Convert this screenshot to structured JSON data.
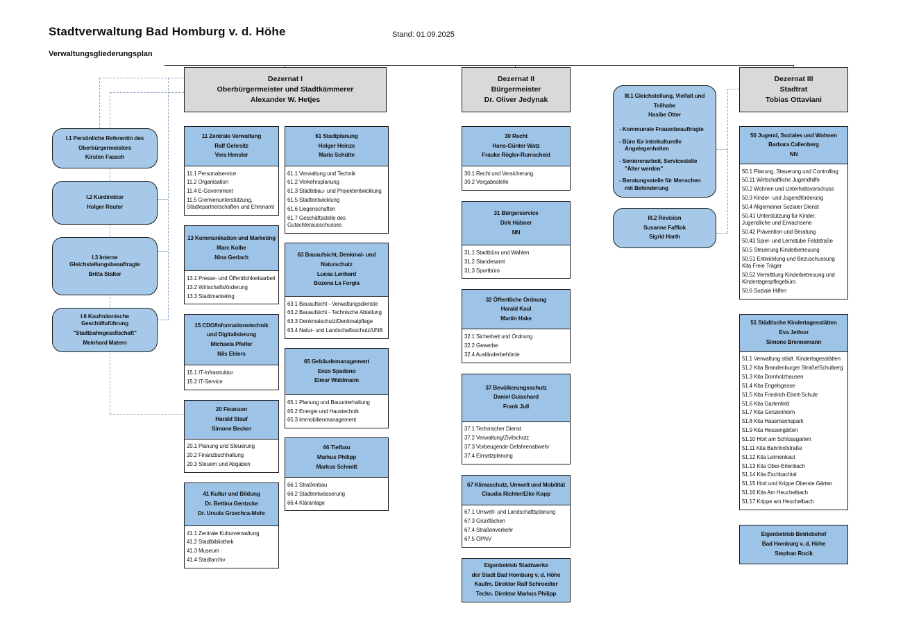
{
  "page": {
    "title": "Stadtverwaltung Bad Homburg v. d. Höhe",
    "stand": "Stand: 01.09.2025",
    "subtitle": "Verwaltungsgliederungsplan"
  },
  "colors": {
    "box_blue": "#9dc3e6",
    "box_blue_rounded": "#a6c9e9",
    "header_gray": "#d9d9d9",
    "border_black": "#1a1a1a",
    "connector_dashed_blue": "#8ca6c6"
  },
  "headers": {
    "d1": {
      "lines": [
        "Dezernat I",
        "Oberbürgermeister und Stadtkämmerer",
        "Alexander W. Hetjes"
      ]
    },
    "d2": {
      "lines": [
        "Dezernat II",
        "Bürgermeister",
        "Dr. Oliver Jedynak"
      ]
    },
    "d3": {
      "lines": [
        "Dezernat III",
        "Stadtrat",
        "Tobias Ottaviani"
      ]
    }
  },
  "left_boxes": {
    "i1": {
      "lines": [
        "I.1 Persönliche Referentin des",
        "Oberbürgermeisters",
        "Kirsten Faasch"
      ]
    },
    "i2": {
      "lines": [
        "I.2 Kurdirektor",
        "Holger Reuter"
      ]
    },
    "i3": {
      "lines": [
        "I.3 Interne Gleichstellungsbeauftragte",
        "Britta Stalter"
      ]
    },
    "i6": {
      "lines": [
        "I.6 Kaufmännische Geschäftsführung",
        "\"Stadtbahngesellschaft\"",
        "Meinhard Matern"
      ]
    }
  },
  "d1_col_a": {
    "b11": {
      "lines": [
        "11 Zentrale Verwaltung",
        "Ralf Gehrsitz",
        "Vera Hensler"
      ],
      "items": [
        "11.1 Personalservice",
        "11.2 Organisation",
        "11.4 E-Government",
        "11.5 Gremienunterstützung, Städtepartnerschaften und Ehrenamt"
      ]
    },
    "b13": {
      "lines": [
        "13  Kommunikation und Marketing",
        "Marc Kolbe",
        "Nina Gerlach"
      ],
      "items": [
        "13.1 Presse- und Öffentlichkeitsarbeit",
        "13.2 Wirtschaftsförderung",
        "13.3 Stadtmarketing"
      ]
    },
    "b15": {
      "lines": [
        "15 CDO/Informationstechnik",
        "und Digitalisierung",
        "Michaela Pfeifer",
        "Nils Ehlers"
      ],
      "items": [
        "15.1 IT-Infrastruktur",
        "15.2 IT-Service"
      ]
    },
    "b20": {
      "lines": [
        "20 Finanzen",
        "Harald Stauf",
        "Simone Becker"
      ],
      "items": [
        "20.1 Planung und Steuerung",
        "20.2 Finanzbuchhaltung",
        "20.3 Steuern und Abgaben"
      ]
    },
    "b41": {
      "lines": [
        "41 Kultur und Bildung",
        "Dr. Bettina Gentzcke",
        "Dr. Ursula Grzechca-Mohr"
      ],
      "items": [
        "41.1 Zentrale Kulturverwaltung",
        "41.2 Stadtbibliothek",
        "41.3 Museum",
        "41.4 Stadtarchiv"
      ]
    }
  },
  "d1_col_b": {
    "b61": {
      "lines": [
        "61 Stadtplanung",
        "Holger Heinze",
        "Maria Schütte"
      ],
      "items": [
        "61.1 Verwaltung und Technik",
        "61.2 Verkehrsplanung",
        "61.3 Städtebau- und Projektentwicklung",
        "61.5 Stadtentwicklung",
        "61.6 Liegenschaften",
        "61.7 Geschäftsstelle des Gutachterausschusses"
      ]
    },
    "b63": {
      "lines": [
        "63 Bauaufsicht, Denkmal- und",
        "Naturschutz",
        "Lucas Lenhard",
        "Bozena La Forgia"
      ],
      "items": [
        "63.1 Bauaufsicht - Verwaltungsdienste",
        "63.2 Bauaufsicht - Technische Abteilung",
        "63.3 Denkmalschutz/Denkmalpflege",
        "63.4 Natur- und Landschaftsschutz/UNB"
      ]
    },
    "b65": {
      "lines": [
        "65 Gebäudemanagement",
        "Enzo Spadano",
        "Elmar Waldmann"
      ],
      "items": [
        "65.1 Planung und Bauunterhaltung",
        "65.2 Energie und Haustechnik",
        "65.3 Immobilienmanagement"
      ]
    },
    "b66": {
      "lines": [
        "66 Tiefbau",
        "Markus Philipp",
        "Markus Schmitt"
      ],
      "items": [
        "66.1 Straßenbau",
        "66.2 Stadtentwässerung",
        "66.4 Kläranlage"
      ]
    }
  },
  "d2": {
    "b30": {
      "lines": [
        "30 Recht",
        "Hans-Günter Watz",
        "Frauke Rögler-Rumscheid"
      ],
      "items": [
        "30.1 Recht und Versicherung",
        "30.2 Vergabestelle"
      ]
    },
    "b31": {
      "lines": [
        "31 Bürgerservice",
        "Dirk Hübner",
        "NN"
      ],
      "items": [
        "31.1 Stadtbüro und Wahlen",
        "31.2 Standesamt",
        "31.3 Sportbüro"
      ]
    },
    "b32": {
      "lines": [
        "32 Öffentliche Ordnung",
        "Harald Kaul",
        "Martin Hake"
      ],
      "items": [
        "32.1 Sicherheit und Ordnung",
        "32.2 Gewerbe",
        "32.4 Ausländerbehörde"
      ]
    },
    "b37": {
      "lines": [
        "37 Bevölkerungsschutz",
        "Daniel Guischard",
        "Frank Jull"
      ],
      "items": [
        "37.1 Technischer Dienst",
        "37.2 Verwaltung/Zivilschutz",
        "37.3 Vorbeugende Gefahrenabwehr",
        "37.4 Einsatzplanung"
      ]
    },
    "b67": {
      "lines": [
        "67 Klimaschutz, Umwelt und Mobilität",
        "Claudia Richter/Elke Kopp"
      ],
      "items": [
        "67.1 Umwelt- und Landschaftsplanung",
        "67.3 Grünflächen",
        "67.4 Straßenverkehr",
        "67.5 ÖPNV"
      ]
    },
    "stadtwerke": {
      "lines": [
        "Eigenbetrieb Stadtwerke",
        "der Stadt Bad Homburg v. d. Höhe",
        "Kaufm. Direktor Ralf Schroedter",
        "Techn. Direktor Markus Philipp"
      ]
    }
  },
  "d3_side": {
    "iii1": {
      "lines": [
        "III.1 Gleichstellung, Vielfalt und",
        "Teilhabe",
        "Hasibe Otter"
      ],
      "bullets": [
        "- Kommunale Frauenbeauftragte",
        "- Büro für interkulturelle Angelegenheiten",
        "- Seniorenarbeit, Servicestelle \"Älter werden\"",
        "- Beratungsstelle für Menschen mit Behinderung"
      ]
    },
    "iii2": {
      "lines": [
        "III.2 Revision",
        "Susanne Fafflok",
        "Sigrid Harth"
      ]
    }
  },
  "d3": {
    "b50": {
      "lines": [
        "50 Jugend, Soziales und Wohnen",
        "Barbara Callenberg",
        "NN"
      ],
      "items": [
        "50.1 Planung, Steuerung und Controlling",
        "50.11 Wirtschaftliche Jugendhilfe",
        "50.2 Wohnen und Unterhaltsvorschuss",
        "50.3 Kinder- und Jugendförderung",
        "50.4 Allgemeiner Sozialer Dienst",
        "50.41 Unterstützung für Kinder, Jugendliche und Erwachsene",
        "50.42 Prävention und Beratung",
        "50.43 Spiel- und Lernstube Feldstraße",
        "50.5 Steuerung Kinderbetreuung",
        "50.51 Entwicklung und Bezuschussung Kita Freie Träger",
        "50.52 Vermittlung Kinderbetreuung und Kindertagespflegebüro",
        "50.6 Soziale Hilfen"
      ]
    },
    "b51": {
      "lines": [
        "51 Städtische Kindertagesstätten",
        "Eva Jethon",
        "Simone Brennemann"
      ],
      "items": [
        "51.1 Verwaltung städt. Kindertagesstätten",
        "51.2 Kita Brandenburger Straße/Schulberg",
        "51.3 Kita Dornholzhausen",
        "51.4 Kita Engelsgasse",
        "51.5 Kita Friedrich-Ebert-Schule",
        "51.6 Kita Gartenfeld",
        "51.7 Kita Gonzenheim",
        "51.8 Kita Hausmannspark",
        "51.9 Kita Hessengärten",
        "51.10 Hort am Schlossgarten",
        "51.11 Kita Bahnhofstraße",
        "51.12 Kita Leimenkaut",
        "51.13 Kita Ober-Erlenbach",
        "51.14 Kita Eschbachtal",
        "51.15 Hort und Krippe Oberste Gärten",
        "51.16 Kita Am Heuchelbach",
        "51.17 Krippe am Heuchelbach"
      ]
    },
    "betriebshof": {
      "lines": [
        "Eigenbetrieb Betriebshof",
        "Bad Homburg v. d. Höhe",
        "Stephan Rocik"
      ]
    }
  }
}
